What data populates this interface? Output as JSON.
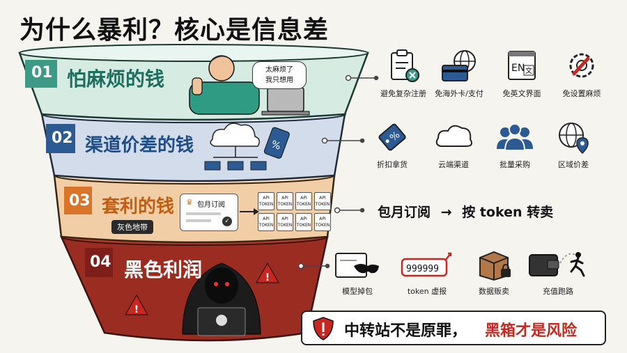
{
  "title": "为什么暴利？核心是信息差",
  "layers": [
    {
      "num": "01",
      "title": "怕麻烦的钱",
      "color": "#3c9a86",
      "fill": "#d8ece4",
      "items": [
        {
          "icon": "clipboard-x-icon",
          "label": "避免复杂注册"
        },
        {
          "icon": "globe-card-icon",
          "label": "免海外卡/支付"
        },
        {
          "icon": "en-doc-icon",
          "label": "免英文界面"
        },
        {
          "icon": "wrench-gear-icon",
          "label": "免设置麻烦"
        }
      ],
      "bubble": {
        "line1": "太麻烦了",
        "line2": "我只想用"
      }
    },
    {
      "num": "02",
      "title": "渠道价差的钱",
      "color": "#2c5a93",
      "fill": "#d3dcea",
      "items": [
        {
          "icon": "discount-tag-icon",
          "label": "折扣拿货"
        },
        {
          "icon": "cloud-icon",
          "label": "云端渠道"
        },
        {
          "icon": "users-icon",
          "label": "批量采购"
        },
        {
          "icon": "globe-pin-icon",
          "label": "区域价差"
        }
      ]
    },
    {
      "num": "03",
      "title": "套利的钱",
      "color": "#d8752a",
      "fill": "#f3d3ad",
      "badge": "灰色地带",
      "sub_label": "包月订阅",
      "api_label": "API",
      "token_label": "TOKEN",
      "summary_left": "包月订阅",
      "summary_arrow": "→",
      "summary_right": "按 token 转卖"
    },
    {
      "num": "04",
      "title": "黑色利润",
      "color": "#7d1e1a",
      "fill": "#9a2b22",
      "items": [
        {
          "icon": "mask-icon",
          "label": "模型掉包"
        },
        {
          "icon": "counter-icon",
          "label": "token 虚报",
          "value": "999999"
        },
        {
          "icon": "box-lock-icon",
          "label": "数据贩卖"
        },
        {
          "icon": "wallet-run-icon",
          "label": "充值跑路"
        }
      ]
    }
  ],
  "warning": {
    "part1": "中转站不是原罪，",
    "part2": "黑箱才是风险"
  },
  "colors": {
    "accent_red": "#c8271f",
    "teal": "#3c9a86",
    "blue": "#2c5a93",
    "orange": "#d8752a",
    "dark_red": "#7d1e1a"
  }
}
